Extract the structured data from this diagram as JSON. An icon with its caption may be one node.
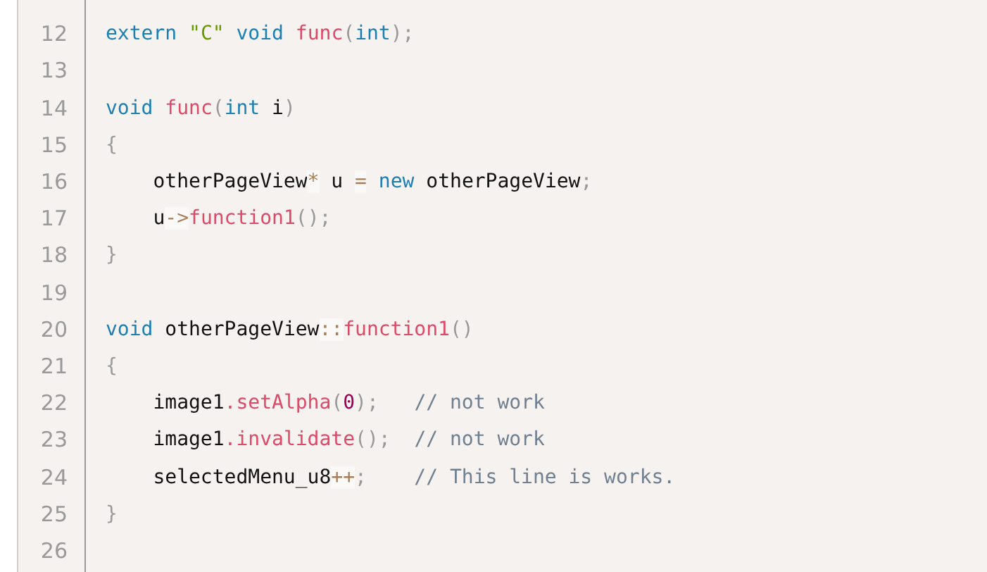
{
  "diagram": {
    "labels": [
      "12",
      "extern \"C\" void func(int);",
      "13",
      "14",
      "void func(int i)",
      "15",
      "{",
      "16",
      "    otherPageView* u = new otherPageView;",
      "17",
      "    u->function1();",
      "18",
      "}",
      "19",
      "20",
      "void otherPageView::function1()",
      "21",
      "{",
      "22",
      "    image1.setAlpha(0);   // not work",
      "23",
      "    image1.invalidate();  // not work",
      "24",
      "    selectedMenu_u8++;    // This line is works.",
      "25",
      "}",
      "26"
    ]
  }
}
